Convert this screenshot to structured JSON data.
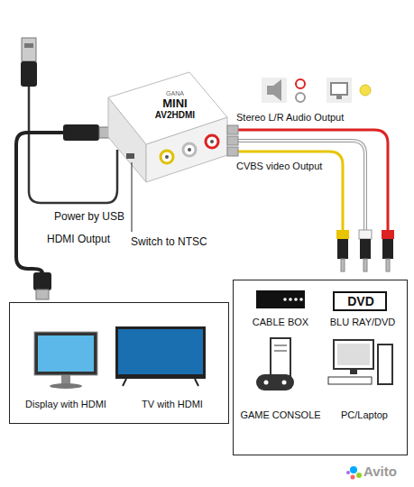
{
  "diagram": {
    "nodes": [
      {
        "text": [
          "GANA",
          "MINI",
          "AV2HDMI"
        ]
      },
      {
        "text": [
          "Display with HDMI",
          "TV with HDMI"
        ]
      },
      {
        "text": [
          "CABLE BOX",
          "BLU RAY/DVD",
          "GAME CONSOLE",
          "PC/Laptop"
        ]
      },
      {
        "text": [
          "DVD"
        ],
        "in": 2
      }
    ],
    "labels": [
      "Power by USB",
      "HDMI Output",
      "Switch to NTSC",
      "Stereo L/R Audio Output",
      "CVBS video Output",
      "Avito"
    ]
  }
}
